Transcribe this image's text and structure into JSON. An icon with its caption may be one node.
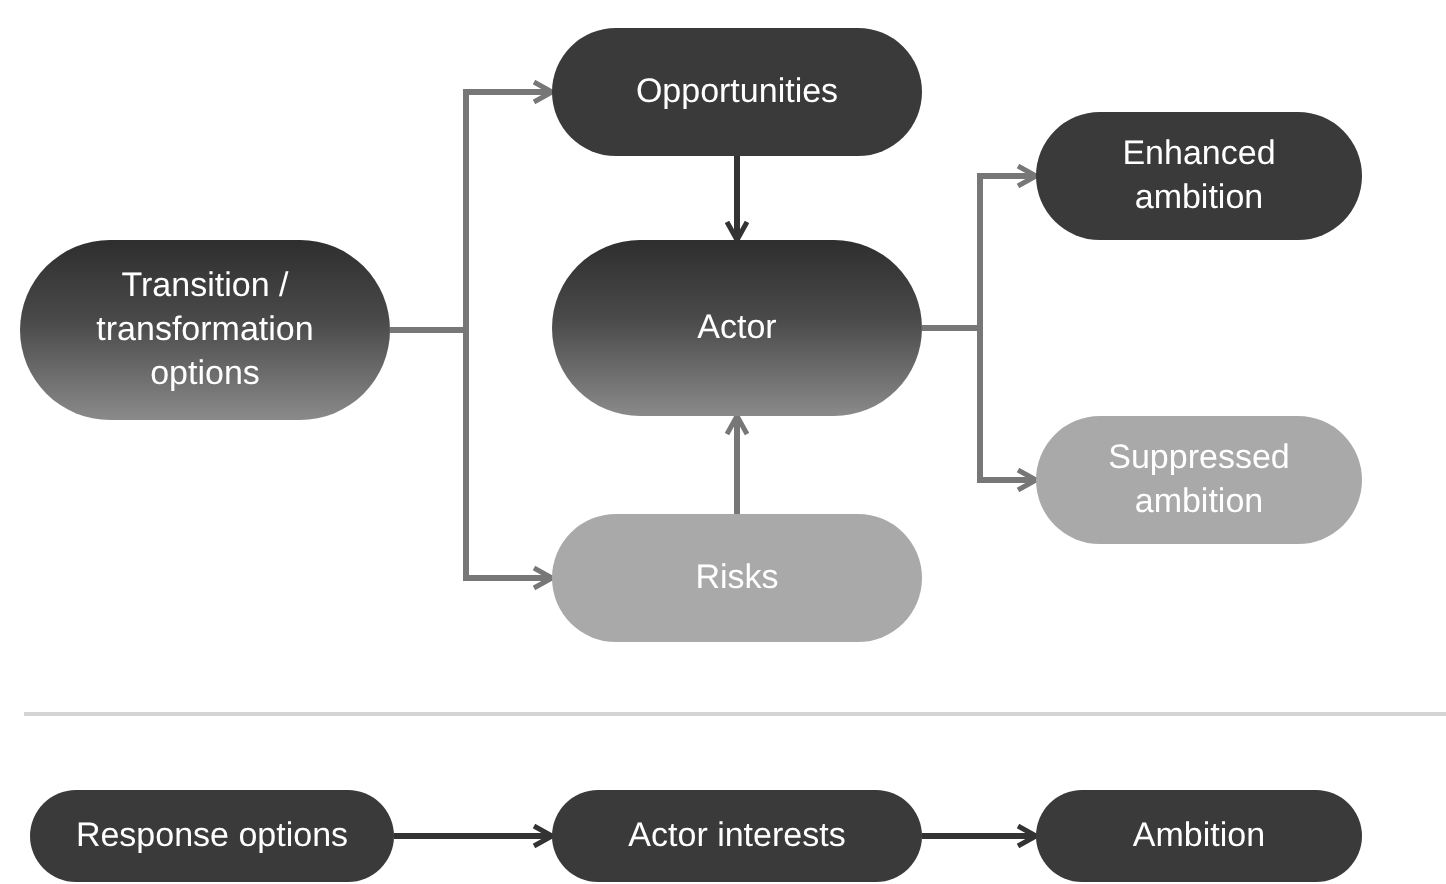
{
  "diagram": {
    "nodes": [
      {
        "text": [
          "Transition / transformation options"
        ]
      },
      {
        "text": [
          "Opportunities"
        ]
      },
      {
        "text": [
          "Actor"
        ]
      },
      {
        "text": [
          "Risks"
        ]
      },
      {
        "text": [
          "Enhanced ambition"
        ]
      },
      {
        "text": [
          "Suppressed ambition"
        ]
      },
      {
        "text": [
          "Response options"
        ]
      },
      {
        "text": [
          "Actor interests"
        ]
      },
      {
        "text": [
          "Ambition"
        ]
      }
    ],
    "edges": [
      {
        "from": 0,
        "to": 1,
        "arrow": "to"
      },
      {
        "from": 0,
        "to": 3,
        "arrow": "to"
      },
      {
        "from": 1,
        "to": 2,
        "arrow": "to",
        "color": "#333333"
      },
      {
        "from": 3,
        "to": 2,
        "arrow": "to"
      },
      {
        "from": 2,
        "to": 4,
        "arrow": "to"
      },
      {
        "from": 2,
        "to": 5,
        "arrow": "to"
      },
      {
        "from": 6,
        "to": 7,
        "arrow": "to",
        "color": "#333333"
      },
      {
        "from": 7,
        "to": 8,
        "arrow": "to",
        "color": "#333333"
      }
    ]
  }
}
